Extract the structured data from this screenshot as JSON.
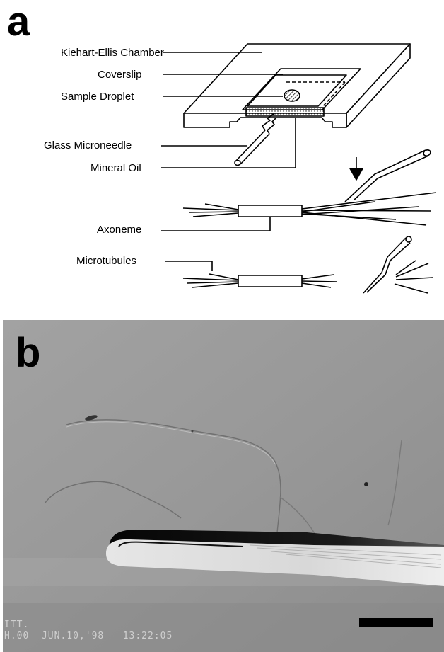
{
  "panels": {
    "a": {
      "letter": "a",
      "labels": {
        "chamber": "Kiehart-Ellis Chamber",
        "coverslip": "Coverslip",
        "droplet": "Sample Droplet",
        "microneedle": "Glass Microneedle",
        "oil": "Mineral Oil",
        "axoneme": "Axoneme",
        "microtubules": "Microtubules"
      }
    },
    "b": {
      "letter": "b",
      "osd": {
        "line1": "ITT.",
        "line2": "H.00  JUN.10,'98   13:22:05"
      }
    }
  }
}
